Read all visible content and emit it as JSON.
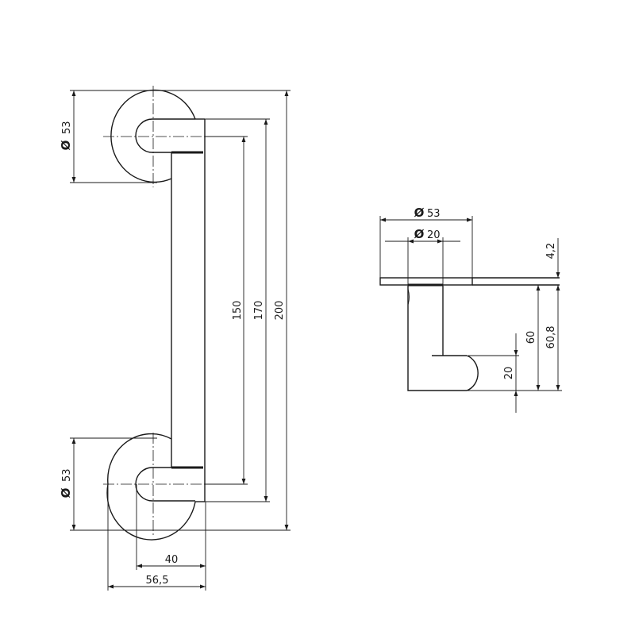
{
  "symbols": {
    "diameter": "Ø"
  },
  "front_view": {
    "rose_top_diameter": "53",
    "rose_bottom_diameter": "53",
    "length_150": "150",
    "length_170": "170",
    "length_200": "200",
    "projection_40": "40",
    "projection_56_5": "56,5"
  },
  "side_view": {
    "rose_diameter": "53",
    "bar_diameter": "20",
    "plate_thickness": "4,2",
    "height_60": "60",
    "height_60_8": "60,8",
    "grip_20": "20"
  }
}
